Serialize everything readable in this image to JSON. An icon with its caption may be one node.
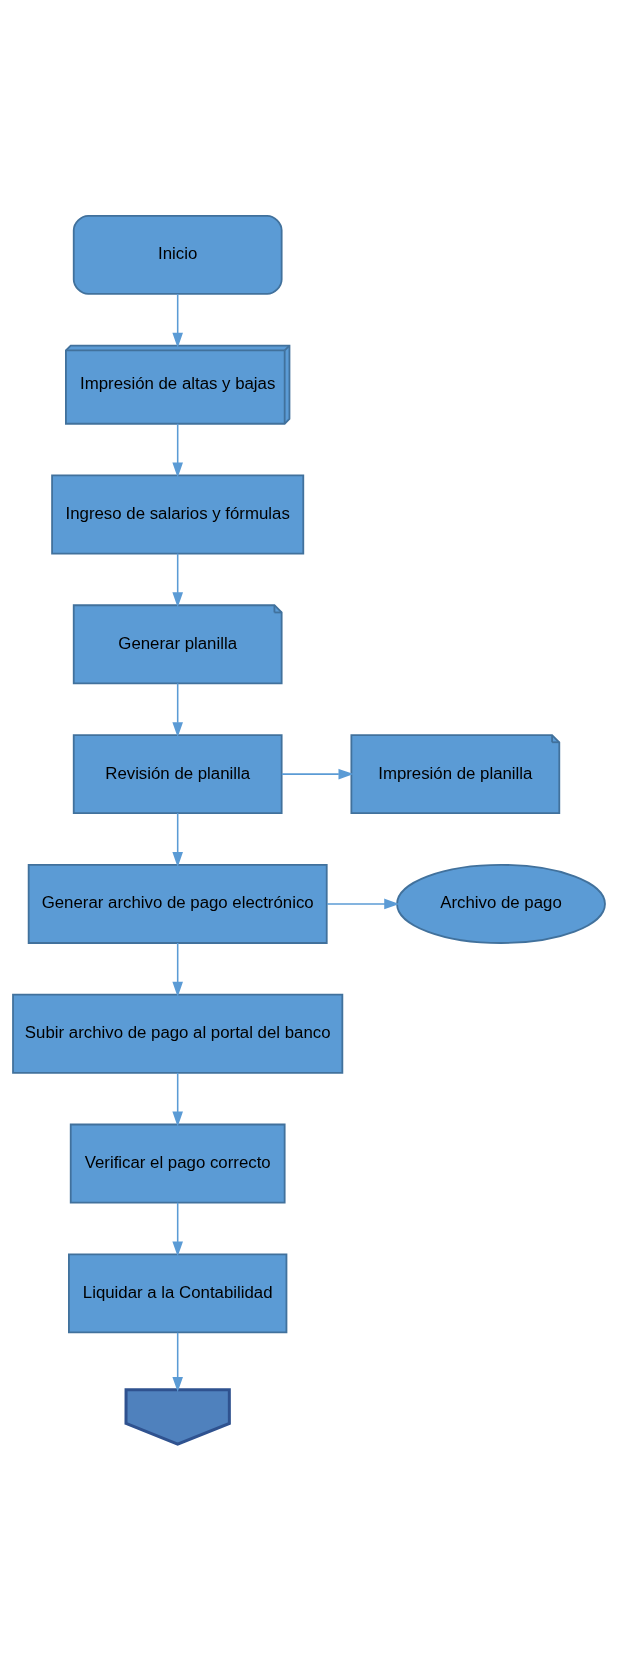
{
  "diagram": {
    "nodes": [
      {
        "text": [
          "Inicio"
        ]
      },
      {
        "text": [
          "Impresión de altas y bajas"
        ]
      },
      {
        "text": [
          "Ingreso de salarios y fórmulas"
        ]
      },
      {
        "text": [
          "Generar planilla"
        ]
      },
      {
        "text": [
          "Revisión de planilla"
        ]
      },
      {
        "text": [
          "Impresión de planilla"
        ]
      },
      {
        "text": [
          "Generar archivo de pago electrónico"
        ]
      },
      {
        "text": [
          "Archivo de pago"
        ]
      },
      {
        "text": [
          "Subir archivo de pago al portal del banco"
        ]
      },
      {
        "text": [
          "Verificar el pago correcto"
        ]
      },
      {
        "text": [
          "Liquidar a la Contabilidad"
        ]
      },
      {
        "text": [],
        "shape": "pentagon"
      }
    ],
    "edges": [
      {
        "from": 0,
        "to": 1,
        "arrow": "to"
      },
      {
        "from": 1,
        "to": 2,
        "arrow": "to"
      },
      {
        "from": 2,
        "to": 3,
        "arrow": "to"
      },
      {
        "from": 3,
        "to": 4,
        "arrow": "to"
      },
      {
        "from": 4,
        "to": 5,
        "arrow": "to"
      },
      {
        "from": 4,
        "to": 6,
        "arrow": "to"
      },
      {
        "from": 6,
        "to": 7,
        "arrow": "to"
      },
      {
        "from": 6,
        "to": 8,
        "arrow": "to"
      },
      {
        "from": 8,
        "to": 9,
        "arrow": "to"
      },
      {
        "from": 9,
        "to": 10,
        "arrow": "to"
      },
      {
        "from": 10,
        "to": 11,
        "arrow": "to"
      }
    ]
  }
}
